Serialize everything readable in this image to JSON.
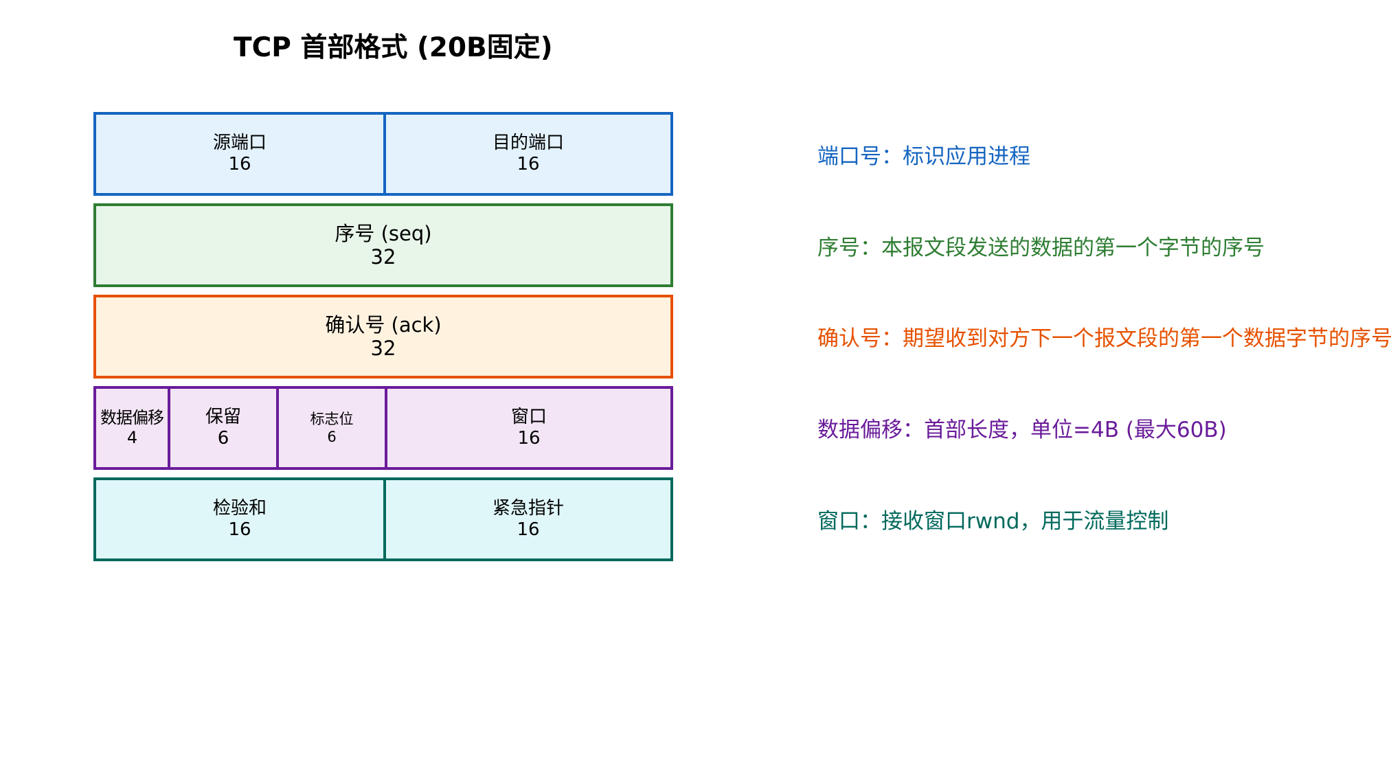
{
  "title": "TCP 首部格式 (20B固定)",
  "colors": {
    "blue_border": "#1565c0",
    "blue_fill": "#e3f2fd",
    "green_border": "#2e7d32",
    "green_fill": "#e8f5e9",
    "orange_border": "#e65100",
    "orange_fill": "#fff3e0",
    "purple_border": "#6a1b9a",
    "purple_fill": "#f3e5f5",
    "teal_border": "#00695c",
    "teal_fill": "#e0f7fa"
  },
  "rows": [
    {
      "fields": [
        {
          "name": "源端口",
          "bits": "16"
        },
        {
          "name": "目的端口",
          "bits": "16"
        }
      ]
    },
    {
      "fields": [
        {
          "name": "序号 (seq)",
          "bits": "32"
        }
      ]
    },
    {
      "fields": [
        {
          "name": "确认号 (ack)",
          "bits": "32"
        }
      ]
    },
    {
      "fields": [
        {
          "name": "数据偏移",
          "bits": "4"
        },
        {
          "name": "保留",
          "bits": "6"
        },
        {
          "name": "标志位",
          "bits": "6"
        },
        {
          "name": "窗口",
          "bits": "16"
        }
      ]
    },
    {
      "fields": [
        {
          "name": "检验和",
          "bits": "16"
        },
        {
          "name": "紧急指针",
          "bits": "16"
        }
      ]
    }
  ],
  "notes": [
    "端口号：标识应用进程",
    "序号：本报文段发送的数据的第一个字节的序号",
    "确认号：期望收到对方下一个报文段的第一个数据字节的序号",
    "数据偏移：首部长度，单位=4B (最大60B)",
    "窗口：接收窗口rwnd，用于流量控制"
  ]
}
